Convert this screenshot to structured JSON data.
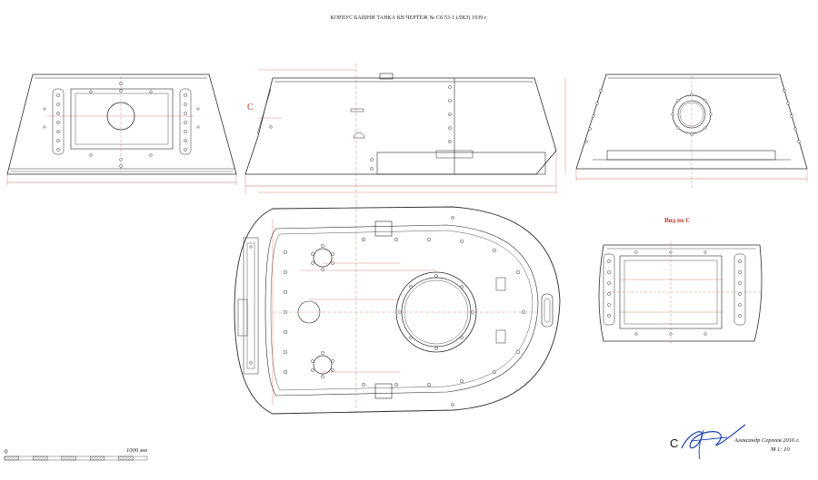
{
  "drawing": {
    "title": "КОРПУС БАШНИ ТАНКА КВ ЧЕРТЕЖ № Сб 53-1 (ЛКЗ) 1939 г.",
    "view_label": "Вид по С",
    "section_marker": "С",
    "scale_bar": {
      "zero": "0",
      "length": "1000 мм"
    },
    "copyright_symbol": "C",
    "author": "Александр Сергеев 2016 г.",
    "scale": "М 1: 10"
  },
  "colors": {
    "line": "#2a2a2a",
    "dimension": "#c0392b",
    "signature": "#1a3fb0"
  }
}
